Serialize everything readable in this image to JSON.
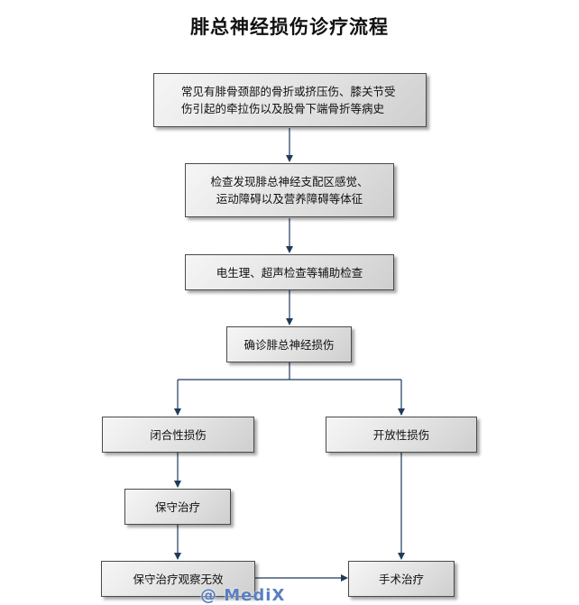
{
  "title": "腓总神经损伤诊疗流程",
  "steps": {
    "history": [
      "常见有腓骨颈部的骨折或挤压伤、膝关节受",
      "伤引起的牵拉伤以及股骨下端骨折等病史"
    ],
    "exam": [
      "检查发现腓总神经支配区感觉、",
      "运动障碍以及营养障碍等体征"
    ],
    "aux": "电生理、超声检查等辅助检查",
    "diagnose": "确诊腓总神经损伤",
    "closed": "闭合性损伤",
    "open": "开放性损伤",
    "conservative": "保守治疗",
    "observe": "保守治疗观察无效",
    "surgery": "手术治疗"
  },
  "colors": {
    "arrow": "#1f3b5c",
    "border": "#4a4a4a"
  },
  "watermark": "@ MediX"
}
